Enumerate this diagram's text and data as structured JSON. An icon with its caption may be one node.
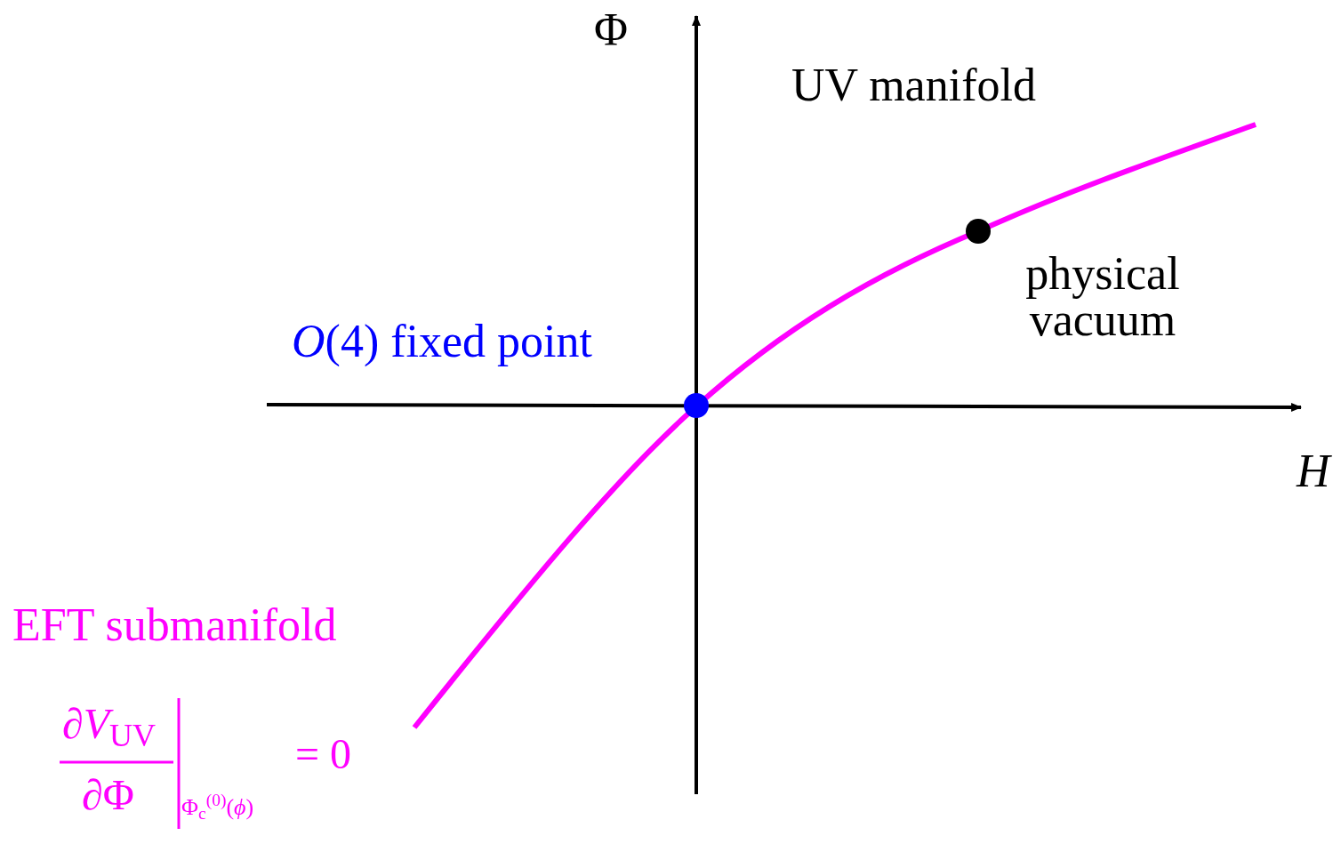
{
  "diagram": {
    "labels": [
      "Φ",
      "UV manifold",
      "physical vacuum",
      "*O*(4) fixed point",
      "H",
      "EFT submanifold",
      "∂*V*$_{UV}$",
      "∂Φ",
      "Φ$_{c}$$^{(0)}$(*ϕ*)",
      "= 0"
    ]
  }
}
